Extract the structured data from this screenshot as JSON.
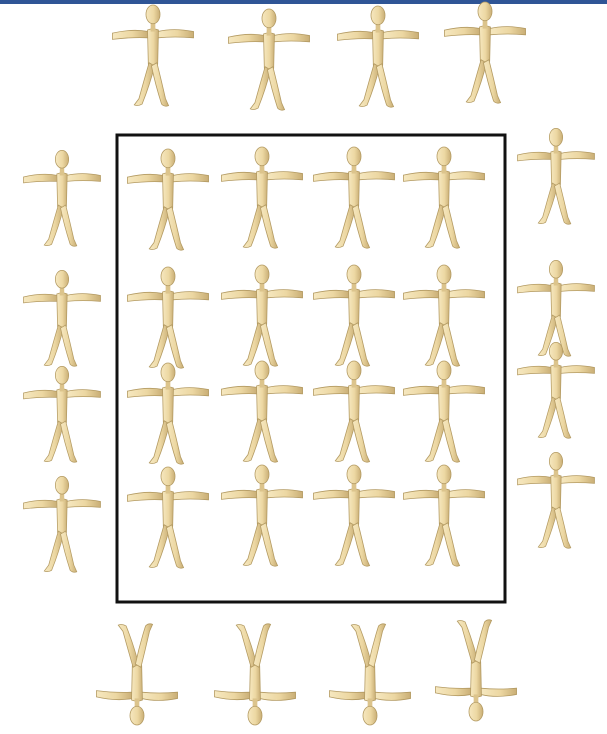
{
  "figure": {
    "colors": {
      "figure_fill": "#f2dfae",
      "figure_shade": "#cdb37a",
      "figure_outline": "#a88e58",
      "frame": "#111111",
      "top_strip": "#2f5596",
      "background": "#ffffff"
    },
    "icon": "stick-person-icon",
    "grid": {
      "inside_rows": 4,
      "inside_cols": 4,
      "top_border_count": 4,
      "bottom_border_count": 4,
      "bottom_border_orientation": "upside-down",
      "left_border_count": 4,
      "right_border_count": 4
    }
  }
}
